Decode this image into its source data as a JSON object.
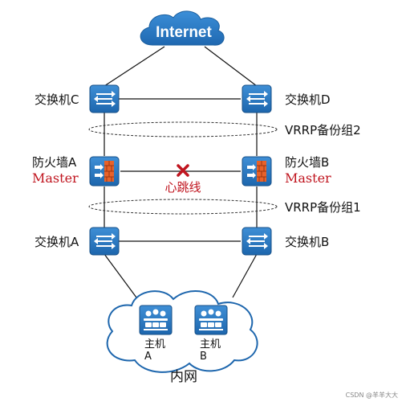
{
  "internet_label": "Internet",
  "switch_c": "交换机C",
  "switch_d": "交换机D",
  "vrrp_group_2": "VRRP备份组2",
  "firewall_a": "防火墙A",
  "firewall_a_role": "Master",
  "firewall_b": "防火墙B",
  "firewall_b_role": "Master",
  "heartbeat_label": "心跳线",
  "vrrp_group_1": "VRRP备份组1",
  "switch_a": "交换机A",
  "switch_b": "交换机B",
  "host_a_line1": "主机",
  "host_a_line2": "A",
  "host_b_line1": "主机",
  "host_b_line2": "B",
  "intranet_label": "内网",
  "watermark": "CSDN @羊羊大大",
  "colors": {
    "device_blue": "#2a7cc9",
    "device_dark": "#1a5e9e",
    "alert_red": "#c0151f",
    "link": "#111111"
  }
}
